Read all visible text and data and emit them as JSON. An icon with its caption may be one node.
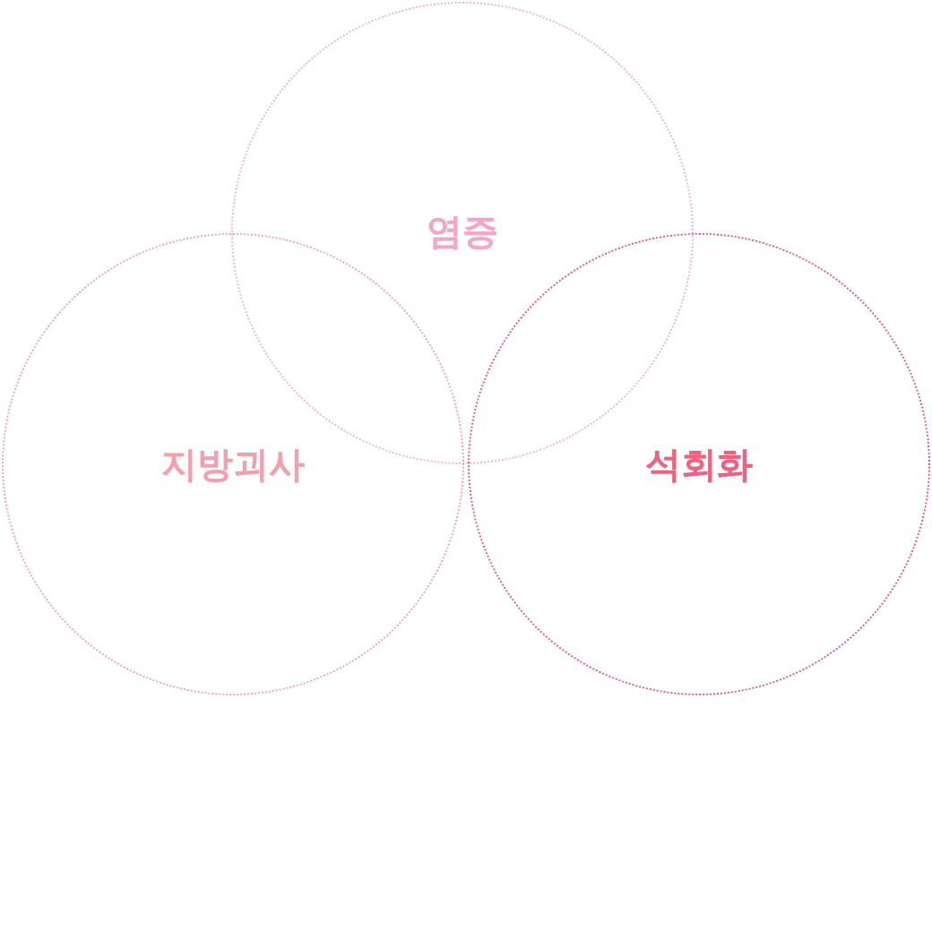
{
  "diagram": {
    "nodes": [
      {
        "text": [
          "염증"
        ]
      },
      {
        "text": [
          "지방괴사"
        ]
      },
      {
        "text": [
          "석회화"
        ]
      }
    ]
  }
}
